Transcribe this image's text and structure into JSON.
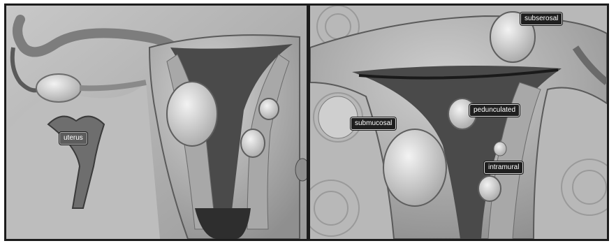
{
  "illustration": {
    "left_panel": {
      "labels": {
        "uterus": "uterus"
      }
    },
    "right_panel": {
      "labels": {
        "subserosal": "subserosal",
        "pedunculated": "pedunculated",
        "submucosal": "submucosal",
        "intramural": "intramural"
      }
    }
  },
  "colors": {
    "border": "#1c1c1c",
    "tissue_light": "#c9c9c9",
    "tissue_mid": "#9e9e9e",
    "tissue_dark": "#4a4a4a",
    "label_bg": "#1f1f1f",
    "label_text": "#ffffff"
  }
}
